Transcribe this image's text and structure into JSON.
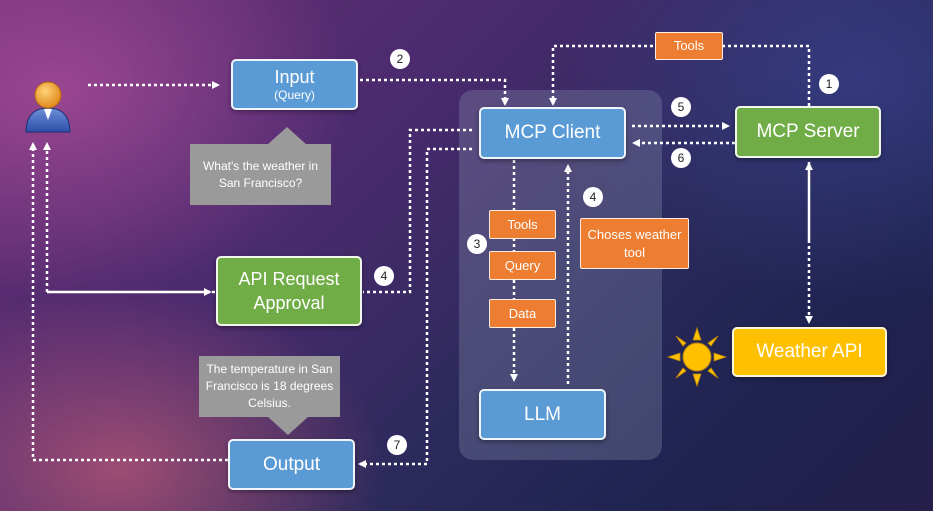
{
  "nodes": {
    "input": {
      "title": "Input",
      "sub": "(Query)"
    },
    "mcp_client": "MCP Client",
    "mcp_server": "MCP Server",
    "api_request": "API Request Approval",
    "llm": "LLM",
    "output": "Output",
    "weather_api": "Weather API"
  },
  "tags": {
    "tools_top": "Tools",
    "tools": "Tools",
    "query": "Query",
    "data": "Data",
    "choses": "Choses weather tool"
  },
  "callouts": {
    "question": "What's the weather in San Francisco?",
    "answer": "The temperature in San Francisco is 18 degrees Celsius."
  },
  "steps": {
    "s1": "1",
    "s2": "2",
    "s3": "3",
    "s4a": "4",
    "s4b": "4",
    "s5": "5",
    "s6": "6",
    "s7": "7"
  },
  "colors": {
    "blue_node": "#5b9bd5",
    "green_node": "#70ad47",
    "orange_tag": "#ed7d31",
    "gold_node": "#ffc000",
    "callout_gray": "#9a9a9a"
  },
  "icons": [
    "user-icon",
    "sun-icon"
  ]
}
